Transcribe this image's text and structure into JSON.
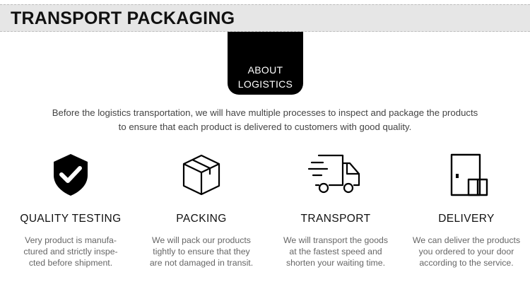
{
  "header": {
    "title": "TRANSPORT PACKAGING"
  },
  "about_tab": {
    "line1": "ABOUT",
    "line2": "LOGISTICS"
  },
  "intro": {
    "line1": "Before the logistics transportation, we will have multiple processes to inspect and package the products",
    "line2": "to ensure that each product is delivered to customers with good quality."
  },
  "features": [
    {
      "icon": "shield-check-icon",
      "title": "QUALITY TESTING",
      "desc": [
        "Very product is manufa-",
        "ctured and strictly inspe-",
        "cted before shipment."
      ]
    },
    {
      "icon": "box-icon",
      "title": "PACKING",
      "desc": [
        "We will pack our products",
        "tightly to ensure that they",
        "are not damaged in transit."
      ]
    },
    {
      "icon": "truck-icon",
      "title": "TRANSPORT",
      "desc": [
        "We will transport the goods",
        "at the fastest speed and",
        "shorten your waiting time."
      ]
    },
    {
      "icon": "door-icon",
      "title": "DELIVERY",
      "desc": [
        "We can deliver the products",
        "you ordered to your door",
        "according to the service."
      ]
    }
  ],
  "colors": {
    "band": "#e6e6e6",
    "tab": "#000000",
    "text_dark": "#111111",
    "text_muted": "#666666"
  }
}
